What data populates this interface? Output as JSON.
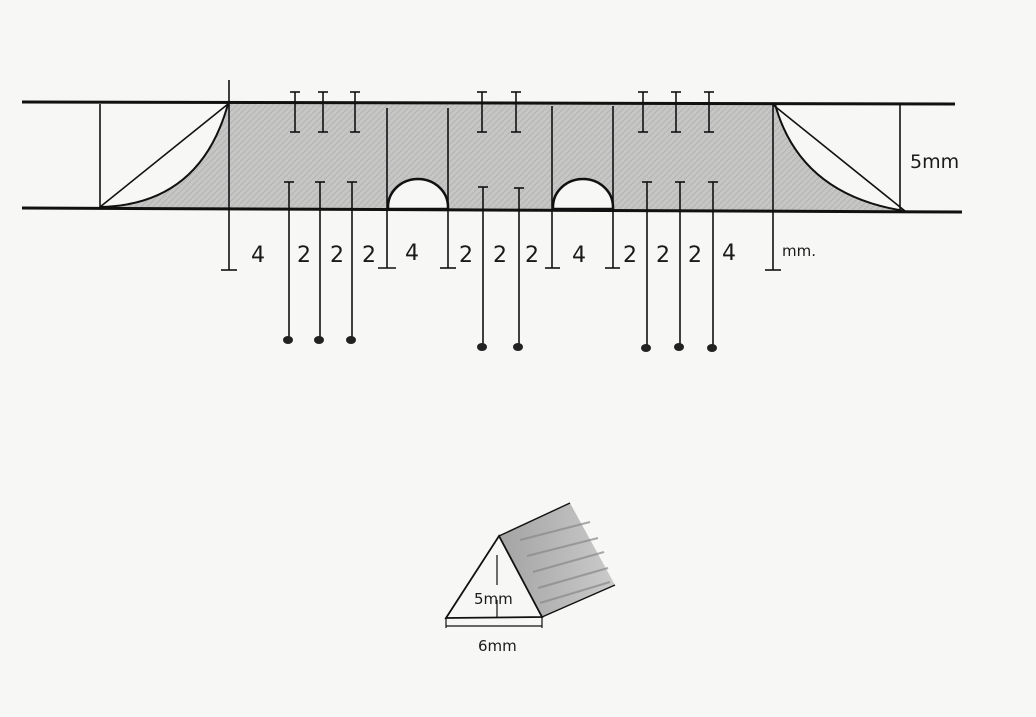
{
  "drawing": {
    "segment_values": [
      "4",
      "2",
      "2",
      "2",
      "4",
      "2",
      "2",
      "2",
      "4",
      "2",
      "2",
      "2",
      "4"
    ],
    "unit_label": "mm.",
    "height_label": "5mm",
    "cross_section": {
      "height_label": "5mm",
      "base_label": "6mm"
    }
  }
}
